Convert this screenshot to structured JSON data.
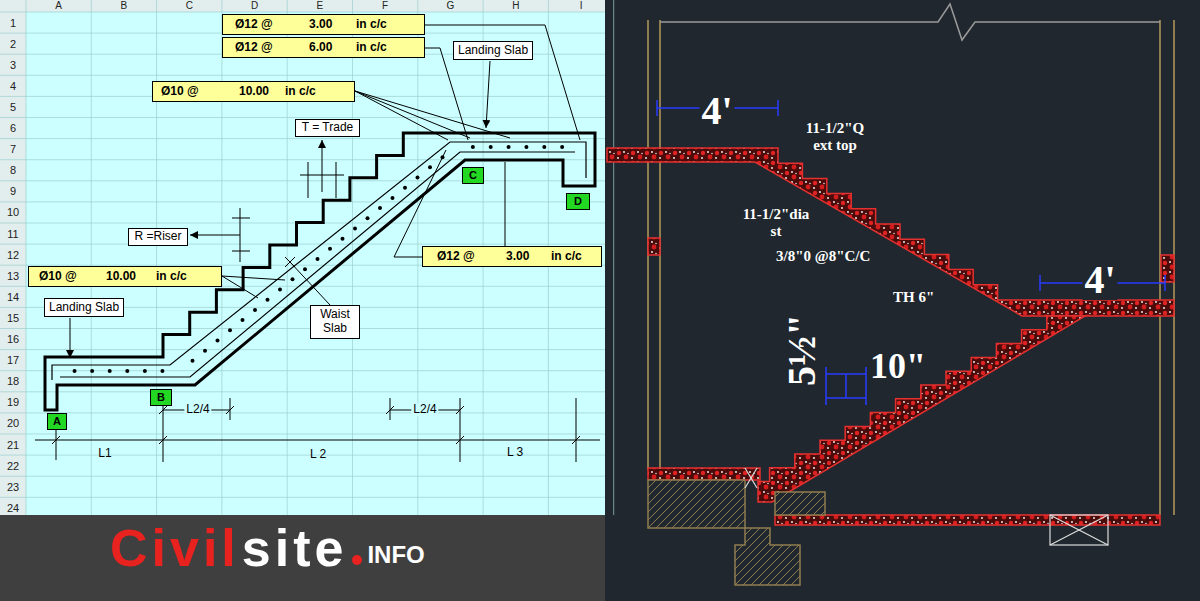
{
  "diagram": {
    "nodes": [
      {
        "text": [
          "Ø12 @",
          "3.00",
          "in c/c"
        ]
      },
      {
        "text": [
          "Ø12 @",
          "6.00",
          "in c/c"
        ]
      },
      {
        "text": [
          "Landing Slab"
        ]
      },
      {
        "text": [
          "Ø10 @",
          "10.00",
          "in c/c"
        ]
      },
      {
        "text": [
          "T = Trade"
        ]
      },
      {
        "text": [
          "C"
        ]
      },
      {
        "text": [
          "D"
        ]
      },
      {
        "text": [
          "R =Riser"
        ]
      },
      {
        "text": [
          "Ø12 @",
          "3.00",
          "in c/c"
        ]
      },
      {
        "text": [
          "Ø10 @",
          "10.00",
          "in c/c"
        ]
      },
      {
        "text": [
          "Landing Slab"
        ]
      },
      {
        "text": [
          "Waist Slab"
        ]
      },
      {
        "text": [
          "B"
        ]
      },
      {
        "text": [
          "A"
        ]
      }
    ],
    "labels": [
      "A",
      "B",
      "C",
      "D",
      "E",
      "F",
      "G",
      "H",
      "I",
      "1",
      "2",
      "3",
      "4",
      "5",
      "6",
      "7",
      "8",
      "9",
      "10",
      "11",
      "12",
      "13",
      "14",
      "15",
      "16",
      "17",
      "18",
      "19",
      "20",
      "21",
      "22",
      "23",
      "24",
      "L2/4",
      "L2/4",
      "L1",
      "L 2",
      "L 3",
      "Civil",
      "site",
      "INFO",
      "4'",
      "11-1/2\"Q ext top",
      "11-1/2\"dia st",
      "3/8\"0 @8\"C/C",
      "TH 6\"",
      "4'",
      "5½\"",
      "10\""
    ]
  }
}
